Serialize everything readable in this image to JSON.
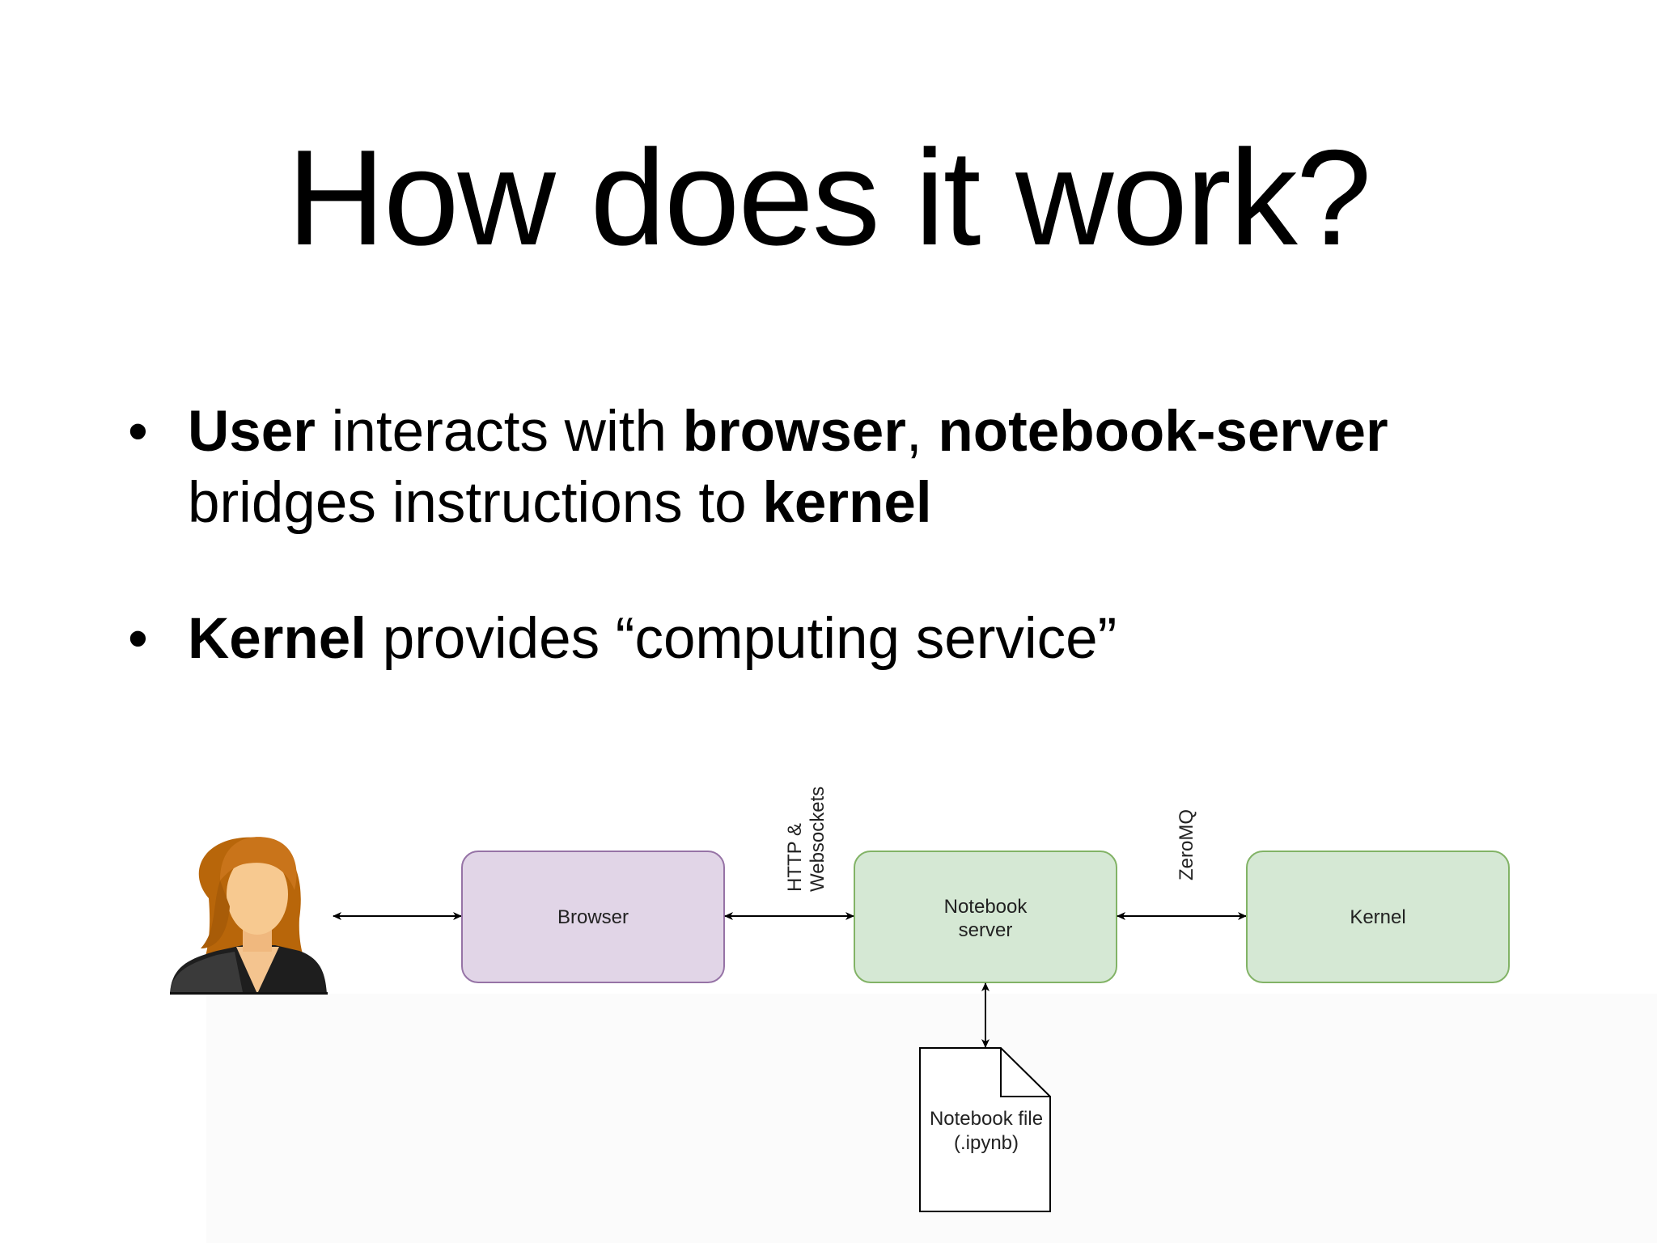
{
  "slide": {
    "title": "How does it work?",
    "bullets": [
      {
        "parts": [
          {
            "text": "User",
            "bold": true
          },
          {
            "text": " interacts with ",
            "bold": false
          },
          {
            "text": "browser",
            "bold": true
          },
          {
            "text": ", ",
            "bold": false
          },
          {
            "text": "notebook-server",
            "bold": true
          },
          {
            "text": " bridges instructions to ",
            "bold": false
          },
          {
            "text": "kernel",
            "bold": true
          }
        ]
      },
      {
        "parts": [
          {
            "text": "Kernel",
            "bold": true
          },
          {
            "text": " provides “computing service”",
            "bold": false
          }
        ]
      }
    ]
  },
  "diagram": {
    "nodes": {
      "user": {
        "icon": "user-woman-icon"
      },
      "browser": {
        "label": "Browser",
        "fill": "#e1d5e7",
        "stroke": "#9673a6"
      },
      "notebook_server": {
        "label_line1": "Notebook",
        "label_line2": "server",
        "fill": "#d5e8d4",
        "stroke": "#82b366"
      },
      "kernel": {
        "label": "Kernel",
        "fill": "#d5e8d4",
        "stroke": "#82b366"
      },
      "notebook_file": {
        "label_line1": "Notebook file",
        "label_line2": "(.ipynb)",
        "icon": "document-icon"
      }
    },
    "edges": {
      "browser_server_line1": "HTTP &",
      "browser_server_line2": "Websockets",
      "server_kernel": "ZeroMQ"
    }
  }
}
